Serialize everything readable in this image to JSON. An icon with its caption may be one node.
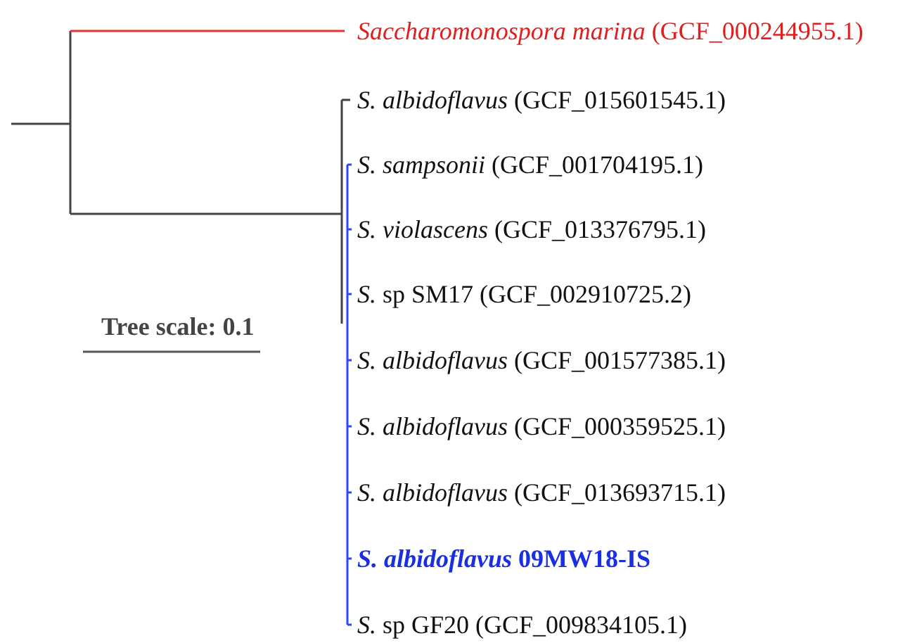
{
  "diagram": {
    "nodes": [
      {
        "text": [
          "*Saccharomonospora marina* (GCF_000244955.1)"
        ]
      },
      {
        "text": [
          "*S. albidoflavus* (GCF_015601545.1)"
        ]
      },
      {
        "text": [
          "*S. sampsonii* (GCF_001704195.1)"
        ]
      },
      {
        "text": [
          "*S. violascens* (GCF_013376795.1)"
        ]
      },
      {
        "text": [
          "*S.* sp SM17 (GCF_002910725.2)"
        ]
      },
      {
        "text": [
          "*S. albidoflavus* (GCF_001577385.1)"
        ]
      },
      {
        "text": [
          "*S. albidoflavus* (GCF_000359525.1)"
        ]
      },
      {
        "text": [
          "*S. albidoflavus* (GCF_013693715.1)"
        ]
      },
      {
        "text": [
          "*S. albidoflavus* 09MW18-IS"
        ]
      },
      {
        "text": [
          "*S.* sp GF20 (GCF_009834105.1)"
        ]
      }
    ],
    "labels": [
      "Tree scale: 0.1"
    ]
  }
}
